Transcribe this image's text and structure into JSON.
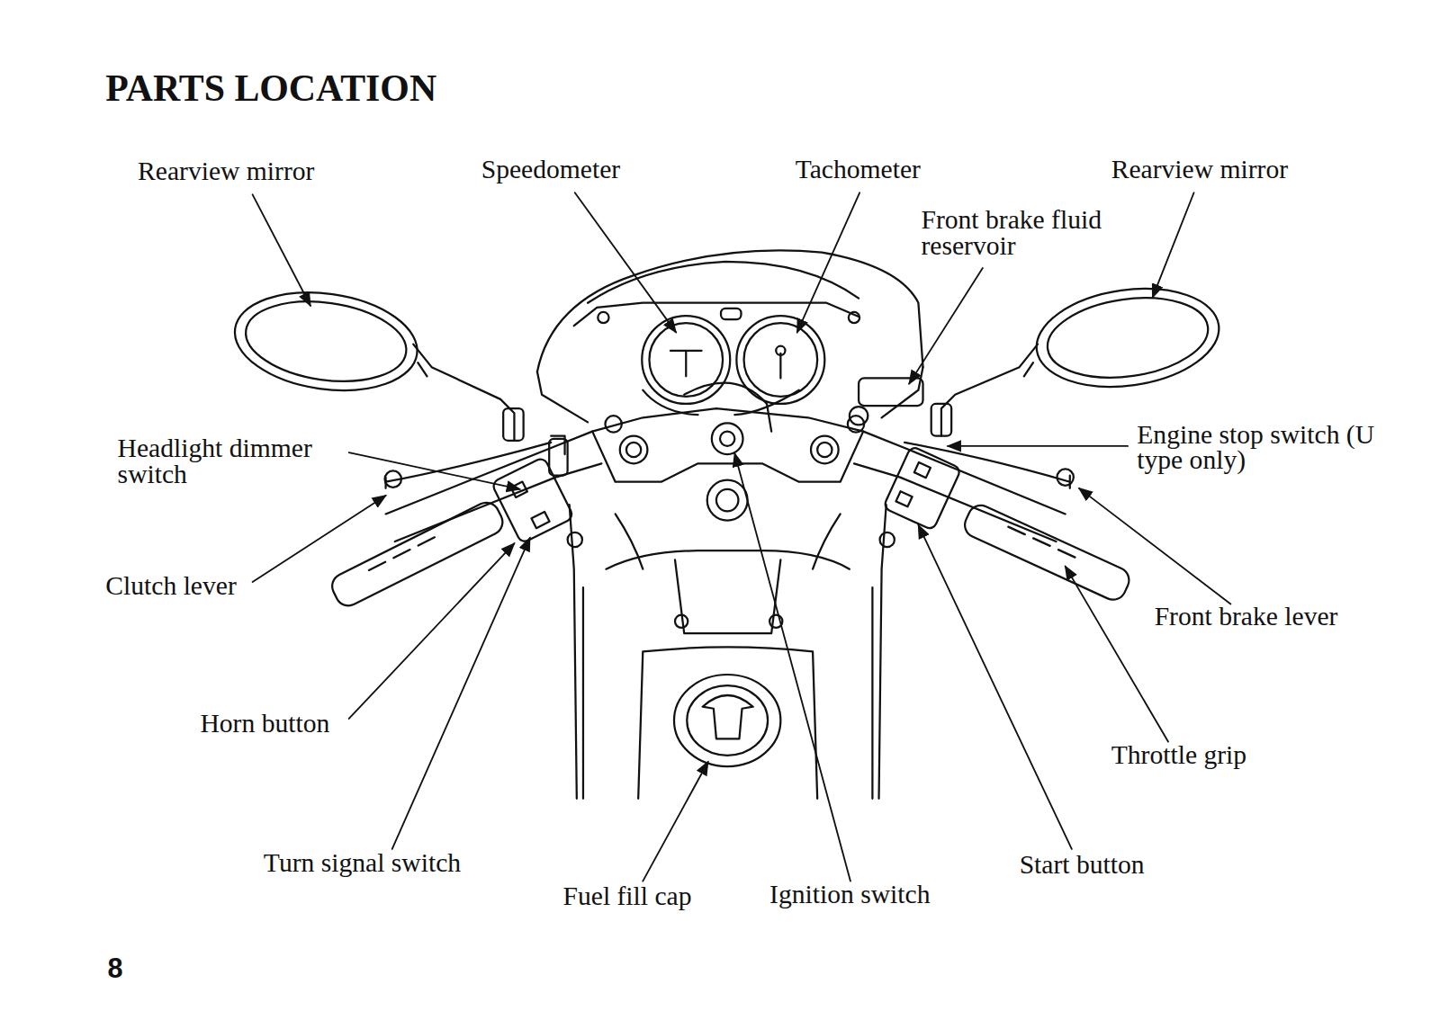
{
  "diagram": {
    "title": "PARTS LOCATION",
    "labels": [
      "Rearview mirror",
      "Speedometer",
      "Tachometer",
      "Rearview mirror",
      "Front brake fluid reservoir",
      "Headlight dimmer switch",
      "Engine stop switch (U type only)",
      "Clutch lever",
      "Front brake lever",
      "Horn button",
      "Throttle grip",
      "Turn signal switch",
      "Start button",
      "Fuel fill cap",
      "Ignition switch",
      "8"
    ]
  }
}
